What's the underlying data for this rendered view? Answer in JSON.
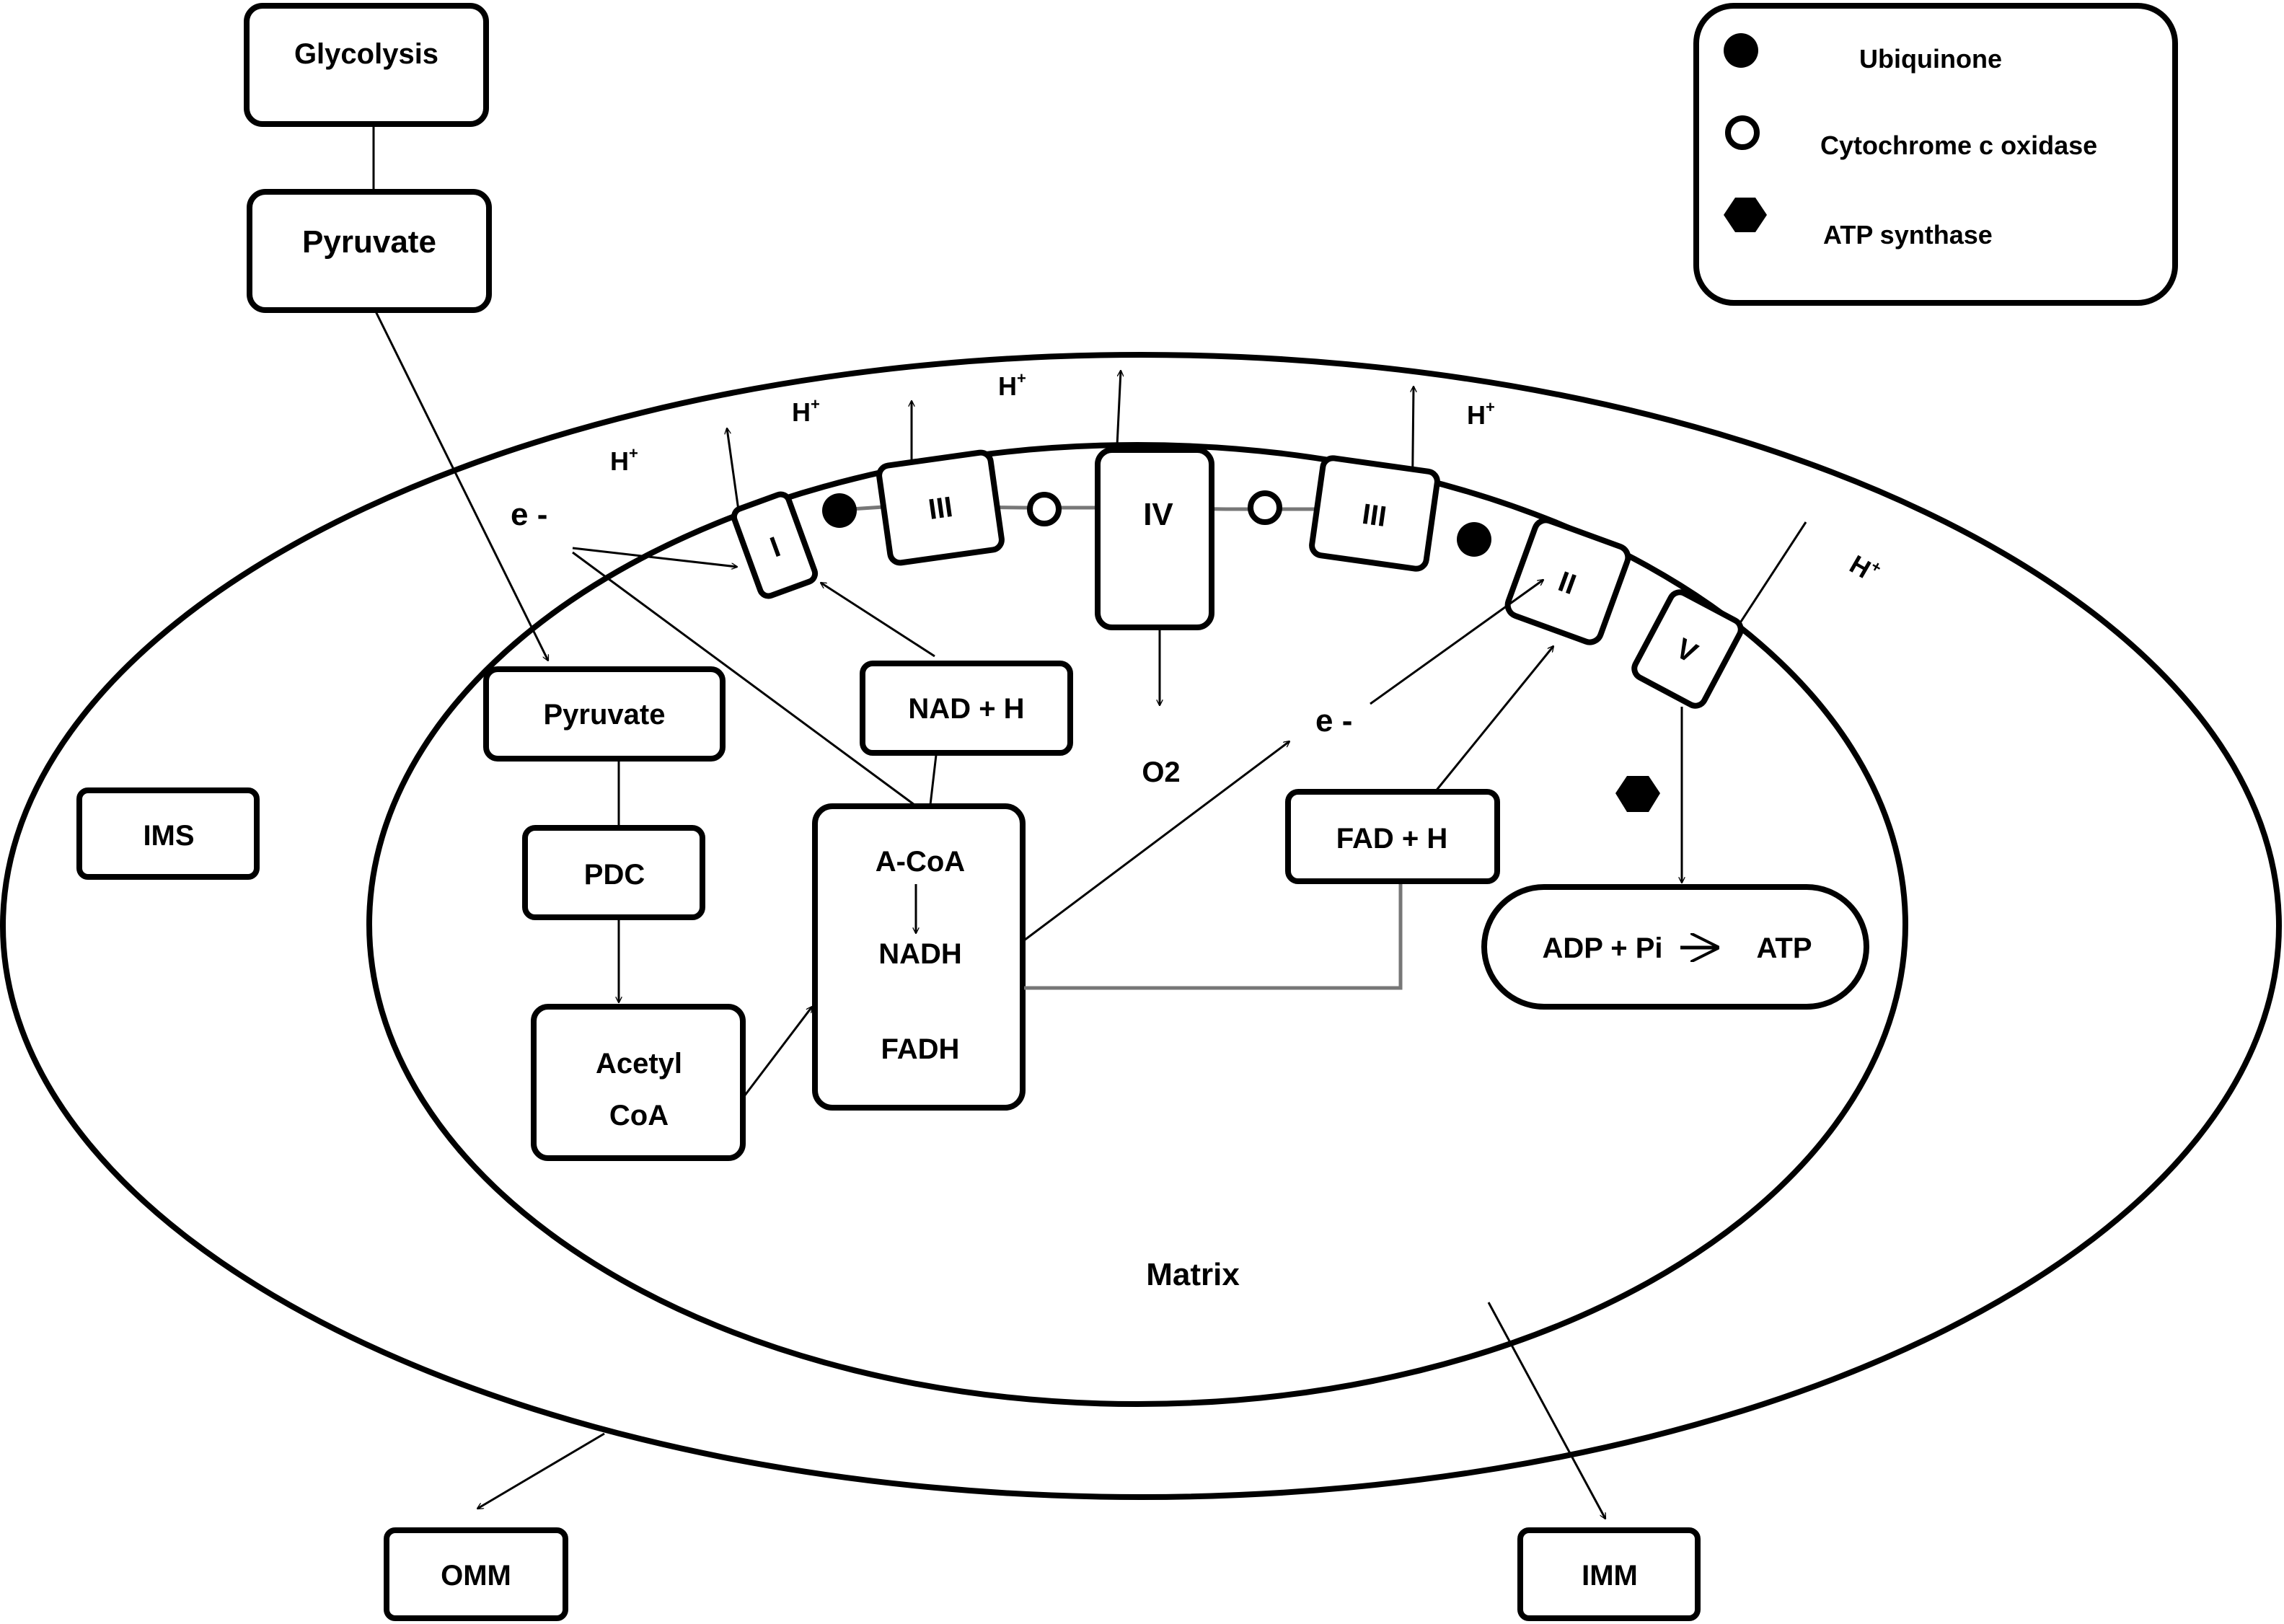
{
  "legend": {
    "items": [
      {
        "symbol": "filled-circle",
        "label": "Ubiquinone"
      },
      {
        "symbol": "open-circle",
        "label": "Cytochrome c oxidase"
      },
      {
        "symbol": "filled-hexagon",
        "label": "ATP synthase"
      }
    ]
  },
  "boxes": {
    "glycolysis": "Glycolysis",
    "pyruvate_outer": "Pyruvate",
    "pyruvate_inner": "Pyruvate",
    "pdc": "PDC",
    "acetyl_line1": "Acetyl",
    "acetyl_line2": "CoA",
    "krebs_line1": "A-CoA",
    "krebs_line2": "NADH",
    "krebs_line3": "FADH",
    "nad": "NAD + H",
    "fad": "FAD + H",
    "ims": "IMS",
    "omm": "OMM",
    "imm": "IMM",
    "atp_left": "ADP + Pi",
    "atp_right": "ATP"
  },
  "complexes": {
    "c1": "I",
    "c3a": "III",
    "c4": "IV",
    "c3b": "III",
    "c2": "II",
    "c5": "V"
  },
  "labels": {
    "proton": "H",
    "proton_sup": "+",
    "electron": "e -",
    "oxygen": "O2",
    "matrix": "Matrix"
  }
}
